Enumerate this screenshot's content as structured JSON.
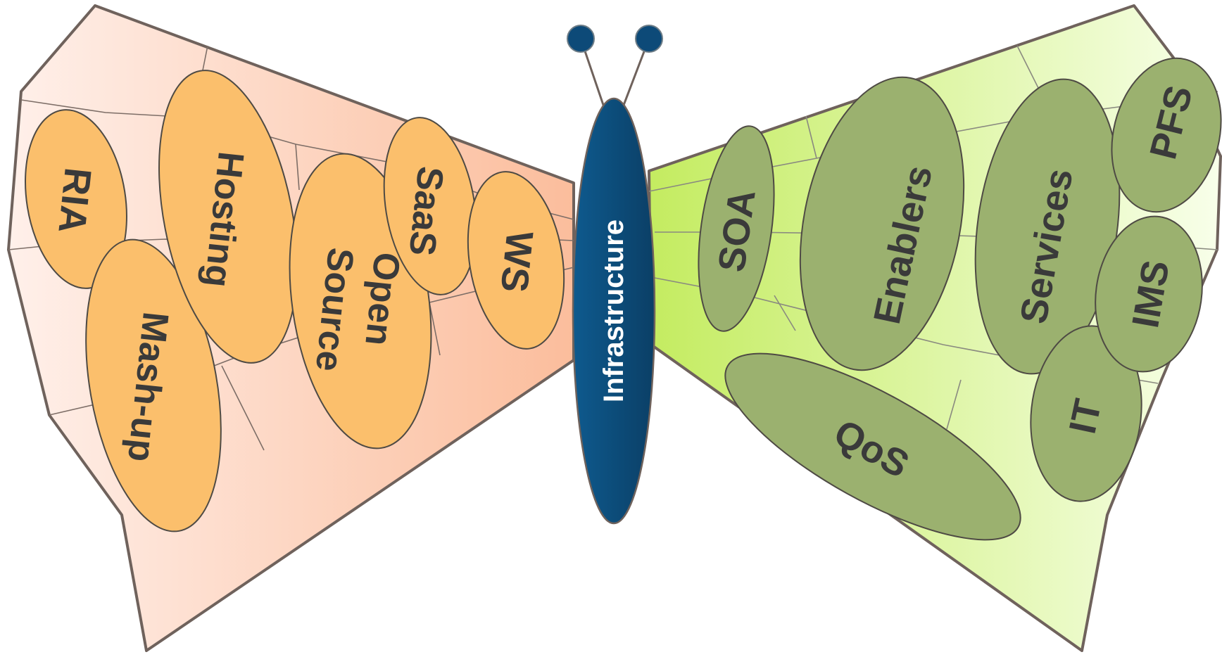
{
  "diagram": {
    "body_label": "Infrastructure",
    "left_wing": {
      "items": [
        "RIA",
        "Mash-up",
        "Hosting",
        "Open",
        "Source",
        "SaaS",
        "WS"
      ]
    },
    "right_wing": {
      "items": [
        "SOA",
        "Enablers",
        "Services",
        "PFS",
        "IMS",
        "IT",
        "QoS"
      ]
    },
    "colors": {
      "left_wing_light": "#fde6dc",
      "left_wing_dark": "#fbc3a3",
      "left_bubble": "#fbbf6c",
      "right_wing_light": "#f3fde0",
      "right_wing_dark": "#ccf07a",
      "right_bubble": "#9bb16f",
      "body": "#0d4a78",
      "outline": "#6f625c"
    }
  }
}
